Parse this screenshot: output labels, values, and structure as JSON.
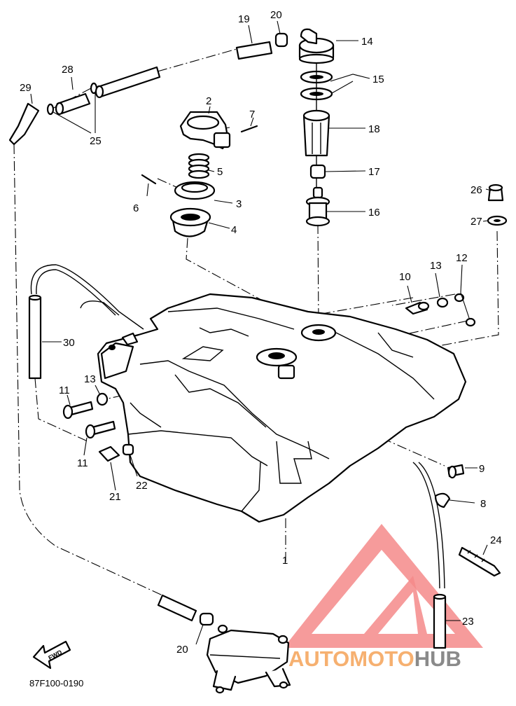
{
  "diagram": {
    "drawing_code": "87F100-0190",
    "watermark": {
      "part1": "AUTOMOTO",
      "part2": "HUB"
    },
    "find_label": "FWD",
    "parts": [
      {
        "no": "1"
      },
      {
        "no": "2"
      },
      {
        "no": "3"
      },
      {
        "no": "4"
      },
      {
        "no": "5"
      },
      {
        "no": "6"
      },
      {
        "no": "7"
      },
      {
        "no": "8"
      },
      {
        "no": "9"
      },
      {
        "no": "10"
      },
      {
        "no": "11"
      },
      {
        "no": "11"
      },
      {
        "no": "12"
      },
      {
        "no": "13"
      },
      {
        "no": "13"
      },
      {
        "no": "14"
      },
      {
        "no": "15"
      },
      {
        "no": "16"
      },
      {
        "no": "17"
      },
      {
        "no": "18"
      },
      {
        "no": "19"
      },
      {
        "no": "20"
      },
      {
        "no": "20"
      },
      {
        "no": "21"
      },
      {
        "no": "22"
      },
      {
        "no": "23"
      },
      {
        "no": "24"
      },
      {
        "no": "25"
      },
      {
        "no": "26"
      },
      {
        "no": "27"
      },
      {
        "no": "28"
      },
      {
        "no": "29"
      },
      {
        "no": "30"
      }
    ],
    "colors": {
      "line": "#000000",
      "watermark_red": "#f07070",
      "watermark_orange": "#f6b070",
      "watermark_gray": "#8a8a8a"
    }
  }
}
